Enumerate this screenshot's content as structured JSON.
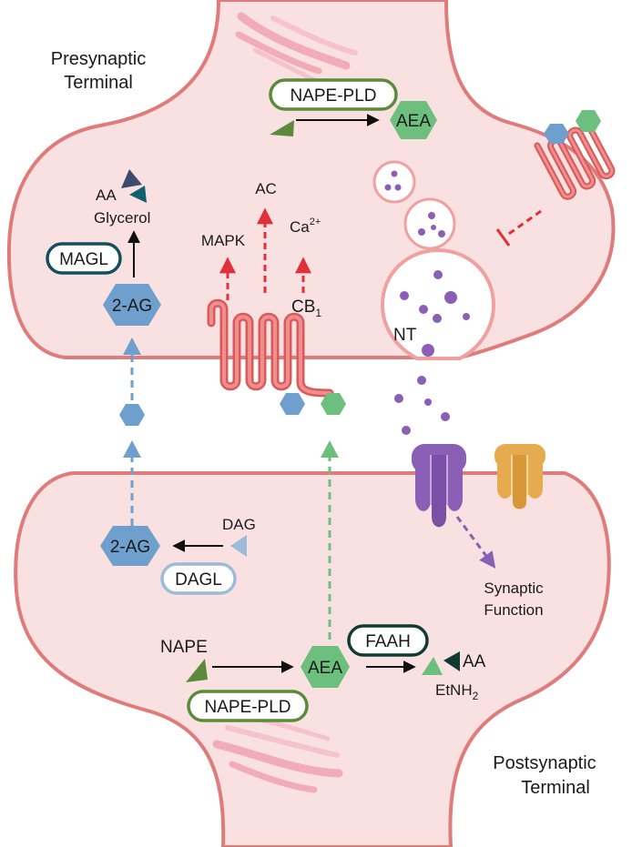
{
  "pre": {
    "title_line1": "Presynaptic",
    "title_line2": "Terminal",
    "nape_pld": "NAPE-PLD",
    "aea": "AEA",
    "aa": "AA",
    "glycerol": "Glycerol",
    "magl": "MAGL",
    "two_ag": "2-AG",
    "ac": "AC",
    "mapk": "MAPK",
    "ca": "Ca",
    "ca_sup": "2+",
    "cb": "CB",
    "cb_sub": "1",
    "nt": "NT"
  },
  "post": {
    "title_line1": "Postsynaptic",
    "title_line2": "Terminal",
    "dag": "DAG",
    "two_ag": "2-AG",
    "dagl": "DAGL",
    "nape": "NAPE",
    "aea": "AEA",
    "faah": "FAAH",
    "aa": "AA",
    "etnh": "EtNH",
    "etnh_sub": "2",
    "nape_pld": "NAPE-PLD",
    "synaptic_line1": "Synaptic",
    "synaptic_line2": "Function"
  },
  "colors": {
    "membrane": "#e07b7b",
    "cytoplasm": "#f9e1e1",
    "blue_hex": "#6f9fcc",
    "green_hex": "#6dbf7d",
    "purple": "#8a5fb5",
    "orange": "#e6ab4f",
    "red_arrow": "#e0303a",
    "green_pill": "#5b8a3a",
    "teal_pill": "#11505e",
    "light_blue_pill": "#9bbcd8",
    "dark_green_pill": "#0f3b34"
  }
}
